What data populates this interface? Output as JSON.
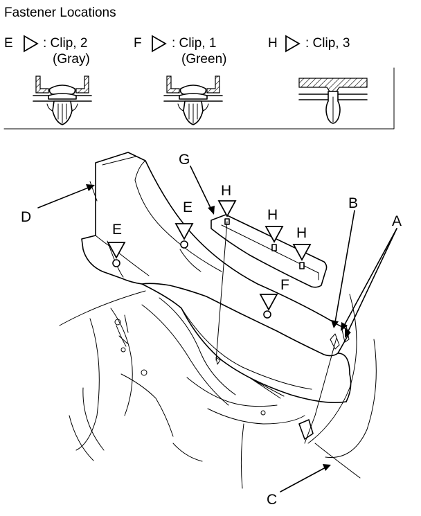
{
  "title": "Fastener Locations",
  "legend": [
    {
      "letter": "E",
      "desc_line1": ": Clip, 2",
      "desc_line2": "(Gray)"
    },
    {
      "letter": "F",
      "desc_line1": ": Clip, 1",
      "desc_line2": "(Green)"
    },
    {
      "letter": "H",
      "desc_line1": ": Clip, 3",
      "desc_line2": ""
    }
  ],
  "callouts": {
    "A": "A",
    "B": "B",
    "C": "C",
    "D": "D",
    "G": "G",
    "E_left": "E",
    "E_mid": "E",
    "F": "F",
    "H_left": "H",
    "H_mid": "H",
    "H_right": "H"
  },
  "icons": [
    "arrow-triangle-icon",
    "clip-type-e-icon",
    "clip-type-f-icon",
    "clip-type-h-icon"
  ]
}
